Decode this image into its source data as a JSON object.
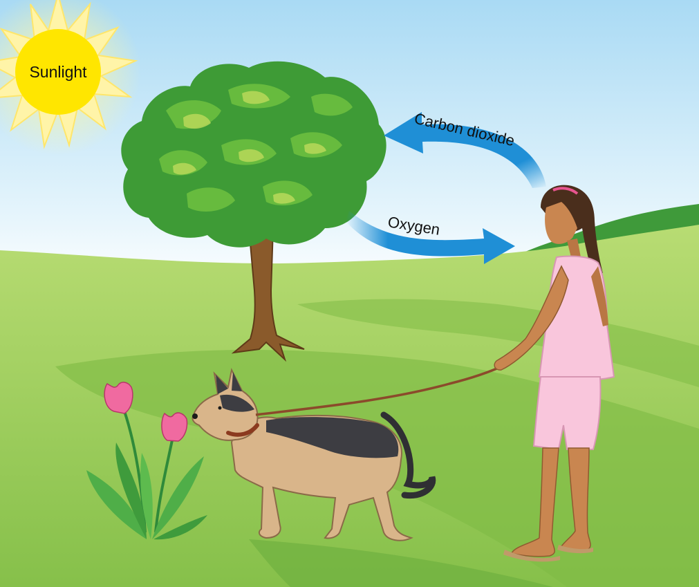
{
  "labels": {
    "sunlight": "Sunlight",
    "carbon_dioxide": "Carbon dioxide",
    "oxygen": "Oxygen"
  },
  "colors": {
    "sky_top": "#a9daf4",
    "sky_bottom": "#ffffff",
    "grass": "#8fc84a",
    "grass_dark": "#5fa83a",
    "sun": "#ffe600",
    "arrow": "#1f8fd6",
    "tree_leaves": "#4caf3c",
    "trunk": "#8a5a2b",
    "dress": "#f9c6dc",
    "skin": "#c98650",
    "hair": "#4a2e1c",
    "dog_dark": "#3d3d42",
    "dog_tan": "#d9b58a",
    "tulip": "#f06aa0",
    "leash": "#8b4a2b"
  },
  "icons": [
    "sun-icon",
    "tree-icon",
    "girl-icon",
    "dog-icon",
    "tulip-icon"
  ]
}
